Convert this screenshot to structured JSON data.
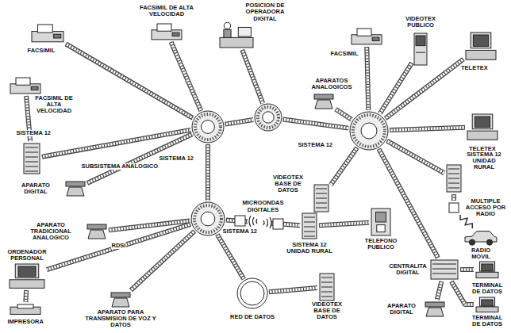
{
  "diagram": {
    "nodes": [
      {
        "text": [
          "FACSIMIL"
        ]
      },
      {
        "text": [
          "FACSIMIL DE ALTA VELOCIDAD"
        ]
      },
      {
        "text": [
          "POSICION DE OPERADORA DIGITAL"
        ]
      },
      {
        "text": [
          "FACSIMIL"
        ]
      },
      {
        "text": [
          "VIDEOTEX PUBLICO"
        ]
      },
      {
        "text": [
          "TELETEX"
        ]
      },
      {
        "text": [
          "FACSIMIL DE ALTA VELOCIDAD"
        ]
      },
      {
        "text": [
          "SISTEMA 12"
        ]
      },
      {
        "text": [
          "SISTEMA 12"
        ]
      },
      {
        "text": []
      },
      {
        "text": [
          "APARATOS ANALOGICOS"
        ]
      },
      {
        "text": [
          "SISTEMA 12"
        ]
      },
      {
        "text": [
          "TELETEX"
        ]
      },
      {
        "text": [
          "SISTEMA 12 UNIDAD RURAL"
        ]
      },
      {
        "text": [
          "VIDEOTEX BASE DE DATOS"
        ]
      },
      {
        "text": [
          "MULTIPLE ACCESO POR RADIO"
        ]
      },
      {
        "text": [
          "RADIO MOVIL"
        ]
      },
      {
        "text": [
          "APARATO DIGITAL"
        ]
      },
      {
        "text": [
          "SISTEMA 12"
        ]
      },
      {
        "text": [
          "SISTEMA 12 UNIDAD RURAL"
        ]
      },
      {
        "text": [
          "TELEFONO PUBLICO"
        ]
      },
      {
        "text": [
          "CENTRALITA DIGITAL"
        ]
      },
      {
        "text": [
          "APARATO TRADICIONAL ANALOGICO"
        ]
      },
      {
        "text": [
          "ORDENADOR PERSONAL"
        ]
      },
      {
        "text": [
          "IMPRESORA"
        ]
      },
      {
        "text": [
          "APARATO PARA TRANSMISION DE VOZ Y DATOS"
        ]
      },
      {
        "text": [
          "RED DE DATOS"
        ]
      },
      {
        "text": [
          "VIDEOTEX BASE DE DATOS"
        ]
      },
      {
        "text": [
          "TERMINAL DE DATOS"
        ]
      },
      {
        "text": [
          "APARATO DIGITAL"
        ]
      },
      {
        "text": [
          "TERMINAL DE DATOS"
        ]
      }
    ],
    "edges": [
      {
        "from": 7,
        "to": 8,
        "arrow": "none"
      },
      {
        "from": 0,
        "to": 8,
        "arrow": "none"
      },
      {
        "from": 1,
        "to": 8,
        "arrow": "none"
      },
      {
        "from": 6,
        "to": 7,
        "arrow": "none"
      },
      {
        "from": 2,
        "to": 9,
        "arrow": "none"
      },
      {
        "from": 8,
        "to": 9,
        "arrow": "none"
      },
      {
        "from": 9,
        "to": 11,
        "arrow": "none"
      },
      {
        "from": 3,
        "to": 11,
        "arrow": "none"
      },
      {
        "from": 4,
        "to": 11,
        "arrow": "none"
      },
      {
        "from": 5,
        "to": 11,
        "arrow": "none"
      },
      {
        "from": 12,
        "to": 11,
        "arrow": "none"
      },
      {
        "from": 10,
        "to": 11,
        "arrow": "none"
      },
      {
        "from": 11,
        "to": 13,
        "arrow": "none"
      },
      {
        "from": 13,
        "to": 15,
        "arrow": "none"
      },
      {
        "from": 11,
        "to": 14,
        "arrow": "none"
      },
      {
        "from": 11,
        "to": 21,
        "arrow": "none"
      },
      {
        "from": 8,
        "to": 18,
        "arrow": "none"
      },
      {
        "from": 17,
        "to": 8,
        "label": "SUBSISTEMA ANALOGICO",
        "arrow": "none"
      },
      {
        "from": 22,
        "to": 18,
        "arrow": "none"
      },
      {
        "from": 18,
        "to": 19,
        "label": "MICROONDAS DIGITALES",
        "arrow": "none"
      },
      {
        "from": 19,
        "to": 20,
        "arrow": "none"
      },
      {
        "from": 18,
        "to": 23,
        "label": "RDSI",
        "arrow": "none"
      },
      {
        "from": 23,
        "to": 24,
        "arrow": "none"
      },
      {
        "from": 18,
        "to": 25,
        "arrow": "none"
      },
      {
        "from": 18,
        "to": 26,
        "arrow": "none"
      },
      {
        "from": 26,
        "to": 27,
        "arrow": "none"
      },
      {
        "from": 21,
        "to": 28,
        "arrow": "none"
      },
      {
        "from": 21,
        "to": 29,
        "arrow": "none"
      },
      {
        "from": 21,
        "to": 30,
        "arrow": "none"
      },
      {
        "from": 15,
        "to": 16,
        "arrow": "none"
      }
    ]
  }
}
